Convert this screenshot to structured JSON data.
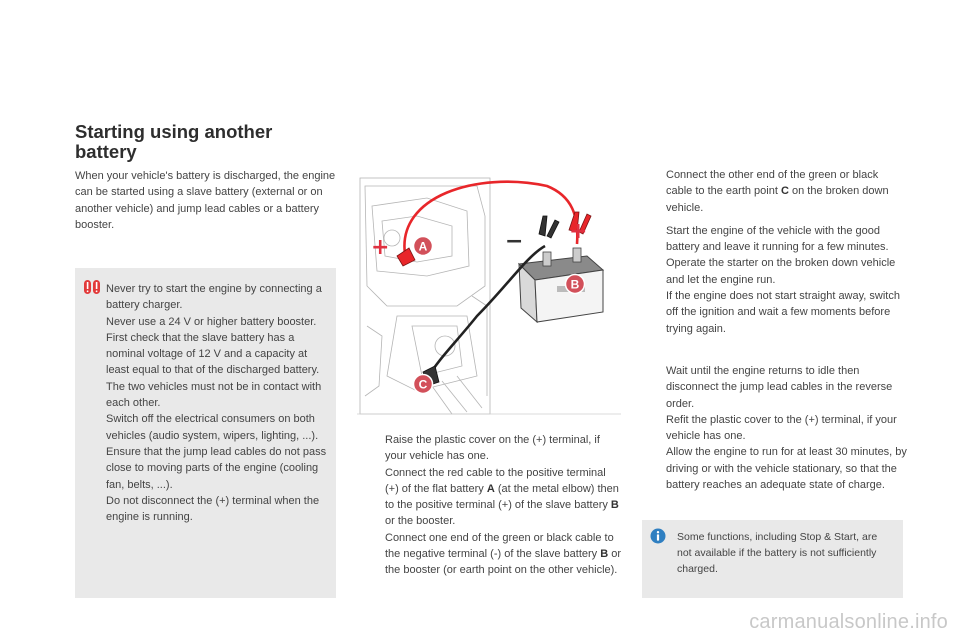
{
  "page": {
    "title_line1": "Starting using another",
    "title_line2": "battery",
    "intro": "When your vehicle's battery is discharged, the engine can be started using a slave battery (external or on another vehicle) and jump lead cables or a battery booster."
  },
  "warning": {
    "icon": "exclamation-icon",
    "lines": [
      "Never try to start the engine by connecting a battery charger.",
      "Never use a 24 V or higher battery booster.",
      "First check that the slave battery has a nominal voltage of 12 V and a capacity at least equal to that of the discharged battery.",
      "The two vehicles must not be in contact with each other.",
      "Switch off the electrical consumers on both vehicles (audio system, wipers, lighting, ...).",
      "Ensure that the jump lead cables do not pass close to moving parts of the engine (cooling fan, belts, ...).",
      "Do not disconnect the (+) terminal when the engine is running."
    ]
  },
  "figure": {
    "label_a": "A",
    "label_b": "B",
    "label_c": "C",
    "plus": "+",
    "minus": "−",
    "colors": {
      "red_cable": "#e8262a",
      "black_cable": "#222222",
      "label_bg": "#d2505a"
    }
  },
  "bullet_glyph": "",
  "steps_middle": [
    {
      "text": "Raise the plastic cover on the (+) terminal, if your vehicle has one."
    },
    {
      "pre": "Connect the red cable to the positive terminal (+) of the flat battery ",
      "bold": "A",
      "post": " (at the metal elbow) then to the positive terminal (+) of the slave battery ",
      "bold2": "B",
      "post2": " or the booster."
    },
    {
      "pre": "Connect one end of the green or black cable to the negative terminal (-) of the slave battery ",
      "bold": "B",
      "post": " or the booster (or earth point on the other vehicle)."
    }
  ],
  "steps_right_top": [
    {
      "pre": "Connect the other end of the green or black cable to the earth point ",
      "bold": "C",
      "post": " on the broken down vehicle."
    },
    {
      "text": "Start the engine of the vehicle with the good battery and leave it running for a few minutes."
    },
    {
      "text": "Operate the starter on the broken down vehicle and let the engine run.",
      "extra": "If the engine does not start straight away, switch off the ignition and wait a few moments before trying again."
    }
  ],
  "steps_right_bottom": [
    {
      "text": "Wait until the engine returns to idle then disconnect the jump lead cables in the reverse order."
    },
    {
      "text": "Refit the plastic cover to the (+) terminal, if your vehicle has one."
    },
    {
      "text": "Allow the engine to run for at least 30 minutes, by driving or with the vehicle stationary, so that the battery reaches an adequate state of charge."
    }
  ],
  "info": {
    "icon": "info-icon",
    "text": "Some functions, including Stop & Start, are not available if the battery is not sufficiently charged."
  },
  "watermark": "carmanualsonline.info"
}
